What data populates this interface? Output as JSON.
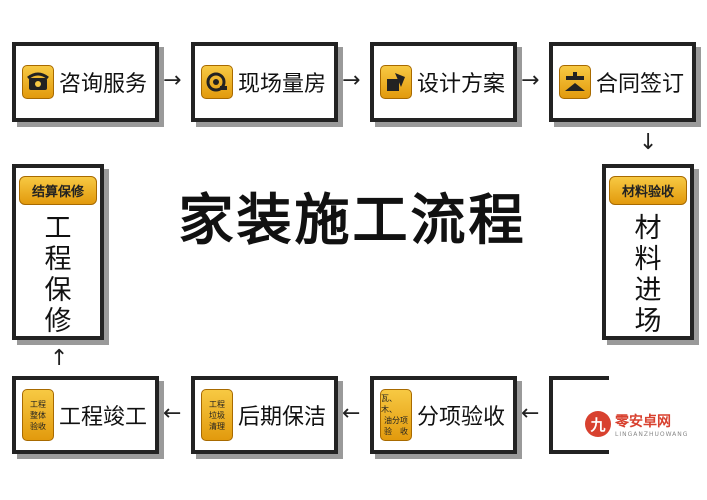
{
  "title": "家装施工流程",
  "steps": {
    "consult": {
      "label": "咨询服务",
      "icon": "telephone-icon"
    },
    "measure": {
      "label": "现场量房",
      "icon": "tape-measure-icon"
    },
    "design": {
      "label": "设计方案",
      "icon": "design-tools-icon"
    },
    "contract": {
      "label": "合同签订",
      "icon": "contract-signing-icon"
    },
    "material": {
      "badge": "材料验收",
      "label": "材料进场"
    },
    "trades": {
      "label": "分项验收",
      "icon_text": [
        "瓦、木、",
        "油分项",
        "验　收"
      ]
    },
    "cleaning": {
      "label": "后期保洁",
      "icon_text": [
        "工程",
        "垃圾",
        "清理"
      ]
    },
    "completion": {
      "label": "工程竣工",
      "icon_text": [
        "工程",
        "整体",
        "验收"
      ]
    },
    "warranty": {
      "badge": "结算保修",
      "label": "工程保修"
    }
  },
  "arrows": {
    "right": "→",
    "left": "←",
    "down": "↓",
    "up": "↑"
  },
  "watermark": {
    "mark": "九",
    "name": "零安卓网",
    "sub": "LINGANZHUOWANG"
  },
  "colors": {
    "icon_gradient_top": "#f7c943",
    "icon_gradient_bottom": "#e29a0d",
    "border": "#222222",
    "shadow": "#9a9a9a",
    "watermark": "#d8412f"
  }
}
